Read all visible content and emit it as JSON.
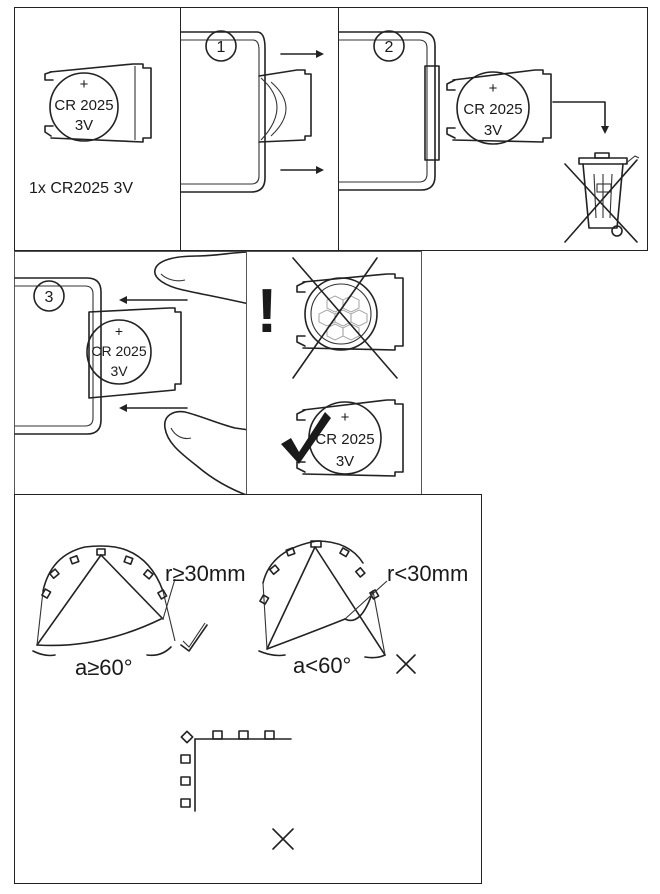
{
  "battery": {
    "plus": "+",
    "model": "CR 2025",
    "voltage": "3V"
  },
  "panel1": {
    "caption": "1x CR2025 3V"
  },
  "steps": {
    "step1": "1",
    "step2": "2",
    "step3": "3"
  },
  "warning": {
    "mark": "!"
  },
  "curve": {
    "good_radius": "r≥30mm",
    "good_angle": "a≥60°",
    "bad_radius": "r<30mm",
    "bad_angle": "a<60°"
  },
  "colors": {
    "line": "#222222",
    "background": "#ffffff"
  }
}
